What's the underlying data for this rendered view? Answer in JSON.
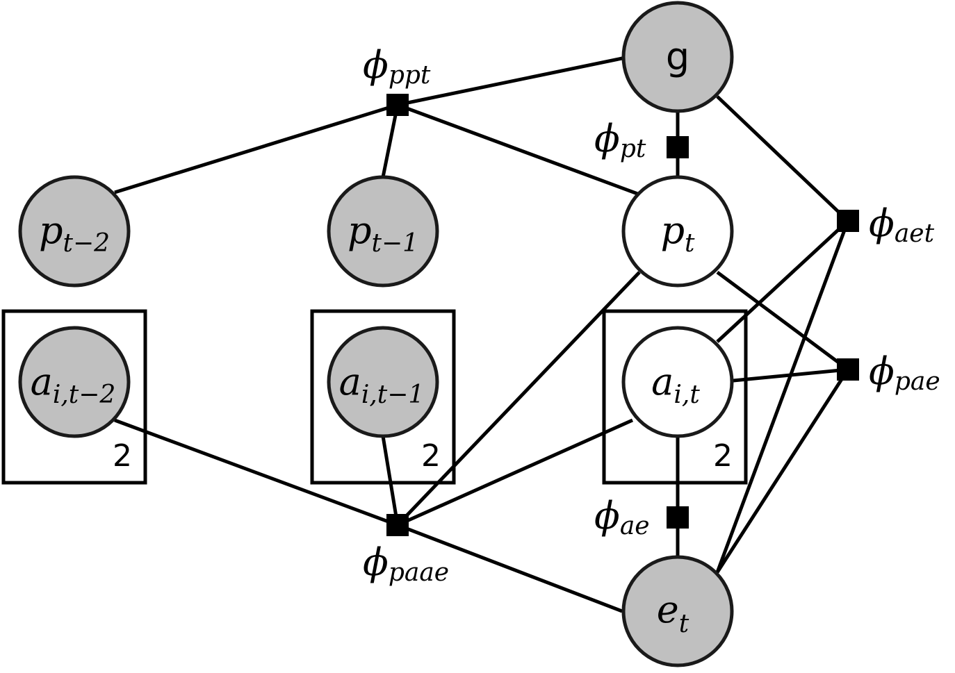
{
  "nodes": {
    "g": {
      "label": "g",
      "fill": "#c0c0c0"
    },
    "p_t2": {
      "base": "p",
      "sub": "t−2",
      "fill": "#c0c0c0"
    },
    "p_t1": {
      "base": "p",
      "sub": "t−1",
      "fill": "#c0c0c0"
    },
    "p_t": {
      "base": "p",
      "sub": "t",
      "fill": "#ffffff"
    },
    "a_t2": {
      "base": "a",
      "sub": "i,t−2",
      "fill": "#c0c0c0"
    },
    "a_t1": {
      "base": "a",
      "sub": "i,t−1",
      "fill": "#c0c0c0"
    },
    "a_t": {
      "base": "a",
      "sub": "i,t",
      "fill": "#ffffff"
    },
    "e_t": {
      "base": "e",
      "sub": "t",
      "fill": "#c0c0c0"
    }
  },
  "factors": {
    "ppt": {
      "base": "ϕ",
      "sub": "ppt"
    },
    "pt": {
      "base": "ϕ",
      "sub": "pt"
    },
    "aet": {
      "base": "ϕ",
      "sub": "aet"
    },
    "pae": {
      "base": "ϕ",
      "sub": "pae"
    },
    "paae": {
      "base": "ϕ",
      "sub": "paae"
    },
    "ae": {
      "base": "ϕ",
      "sub": "ae"
    }
  },
  "plates": [
    {
      "count": "2"
    },
    {
      "count": "2"
    },
    {
      "count": "2"
    }
  ],
  "colors": {
    "observed": "#c0c0c0",
    "latent": "#ffffff",
    "factor": "#000000"
  }
}
